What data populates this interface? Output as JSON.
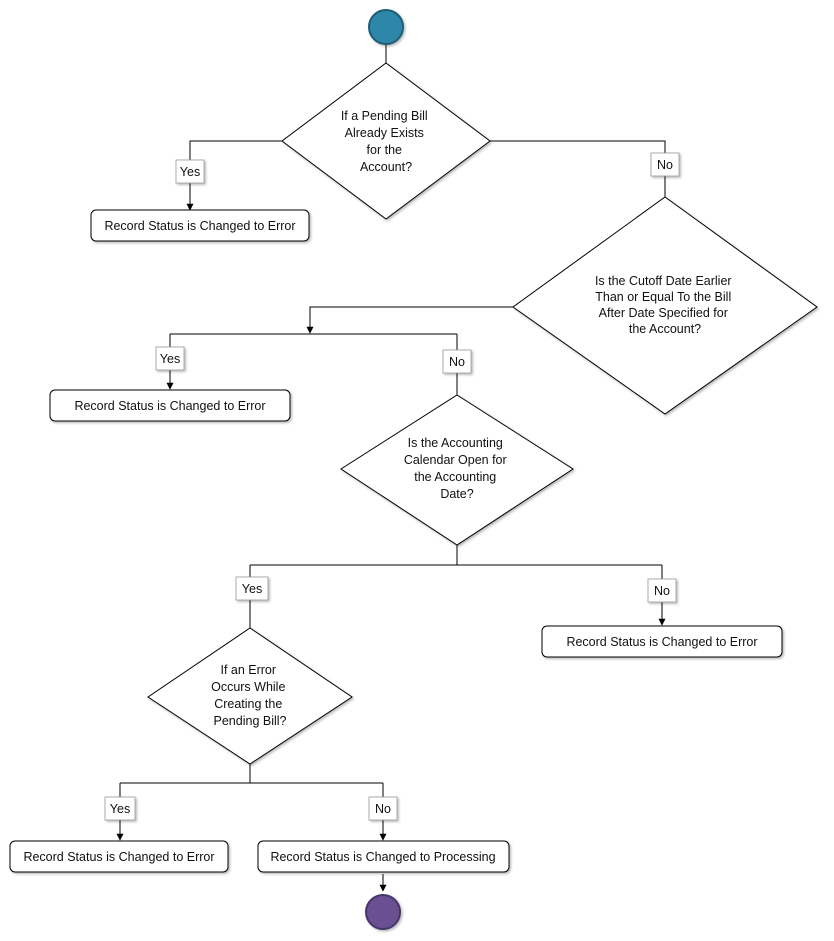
{
  "flowchart": {
    "colors": {
      "start_fill": "#2f86a8",
      "start_stroke": "#1d5d78",
      "end_fill": "#6a4f93",
      "end_stroke": "#48346a",
      "line": "#000000"
    },
    "decisions": {
      "d1": [
        "If a Pending Bill",
        "Already Exists",
        "for the",
        "Account?"
      ],
      "d2": [
        "Is the Cutoff Date Earlier",
        "Than or Equal To the Bill",
        "After Date Specified for",
        "the Account?"
      ],
      "d3": [
        "Is the Accounting",
        "Calendar Open for",
        "the Accounting",
        "Date?"
      ],
      "d4": [
        "If an Error",
        "Occurs While",
        "Creating the",
        "Pending Bill?"
      ]
    },
    "processes": {
      "p1": "Record Status is Changed to Error",
      "p2": "Record Status is Changed to Error",
      "p3": "Record Status is Changed to Error",
      "p4": "Record Status is Changed to Error",
      "p5": "Record Status is Changed to Processing"
    },
    "branch_labels": {
      "d1_yes": "Yes",
      "d1_no": "No",
      "d2_yes": "Yes",
      "d2_no": "No",
      "d3_yes": "Yes",
      "d3_no": "No",
      "d4_yes": "Yes",
      "d4_no": "No"
    }
  }
}
